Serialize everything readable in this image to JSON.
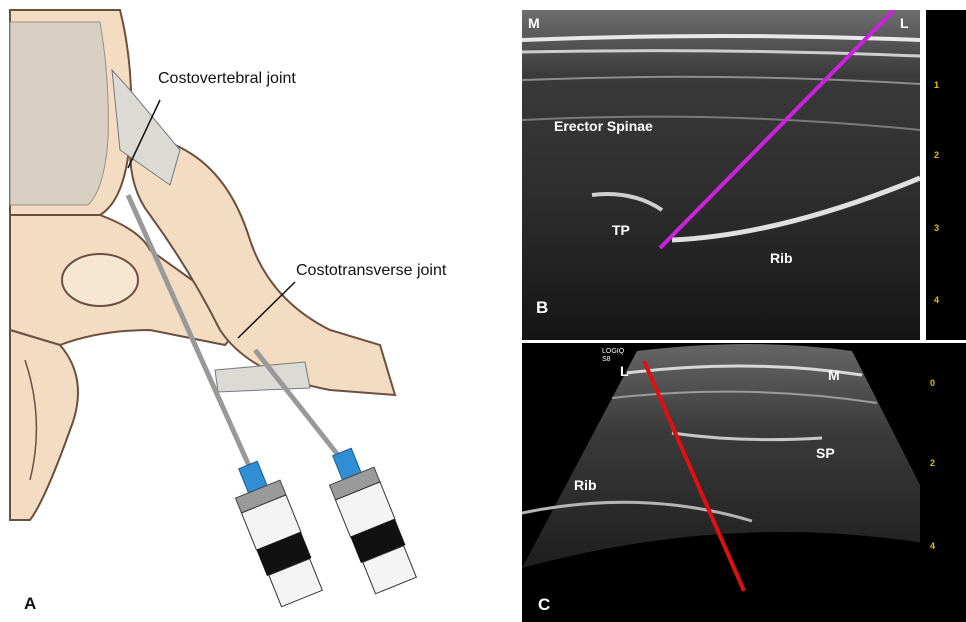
{
  "panel_a": {
    "label": "A",
    "annotations": {
      "costovertebral": "Costovertebral joint",
      "costotransverse": "Costotransverse joint"
    }
  },
  "panel_b": {
    "label": "B",
    "corner_left": "M",
    "corner_right": "L",
    "structures": {
      "muscle": "Erector Spinae",
      "process": "TP",
      "rib": "Rib"
    },
    "needle_color": "#cc22dd",
    "depth_marks": [
      "1",
      "2",
      "3",
      "4"
    ]
  },
  "panel_c": {
    "label": "C",
    "corner_left": "L",
    "corner_right": "M",
    "probe_text": "LOGIQ S8",
    "structures": {
      "process": "SP",
      "rib": "Rib"
    },
    "needle_color": "#e01010",
    "depth_marks": [
      "0",
      "2",
      "4"
    ]
  }
}
